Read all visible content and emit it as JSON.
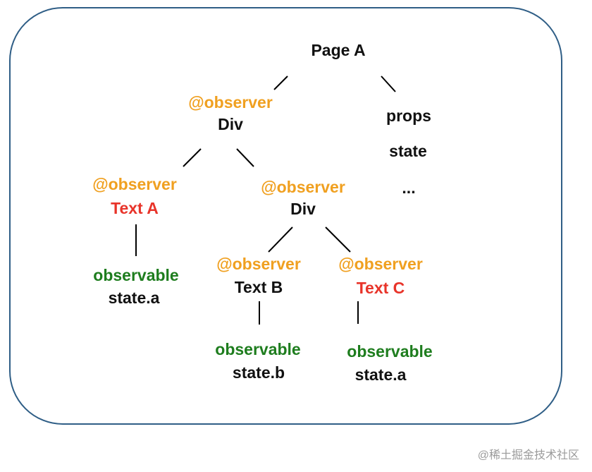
{
  "colors": {
    "border": "#2f5e86",
    "text": "#111111",
    "observer": "#f0a020",
    "highlight": "#e8342a",
    "observable": "#1e7d1e"
  },
  "nodes": {
    "page_a": "Page A",
    "div1_decorator": "@observer",
    "div1_label": "Div",
    "props": "props",
    "state": "state",
    "ellipsis": "...",
    "text_a_decorator": "@observer",
    "text_a_label": "Text A",
    "div2_decorator": "@observer",
    "div2_label": "Div",
    "obs1_label": "observable",
    "obs1_value": "state.a",
    "text_b_decorator": "@observer",
    "text_b_label": "Text B",
    "text_c_decorator": "@observer",
    "text_c_label": "Text C",
    "obs2_label": "observable",
    "obs2_value": "state.b",
    "obs3_label": "observable",
    "obs3_value": "state.a"
  },
  "watermark": "@稀土掘金技术社区"
}
